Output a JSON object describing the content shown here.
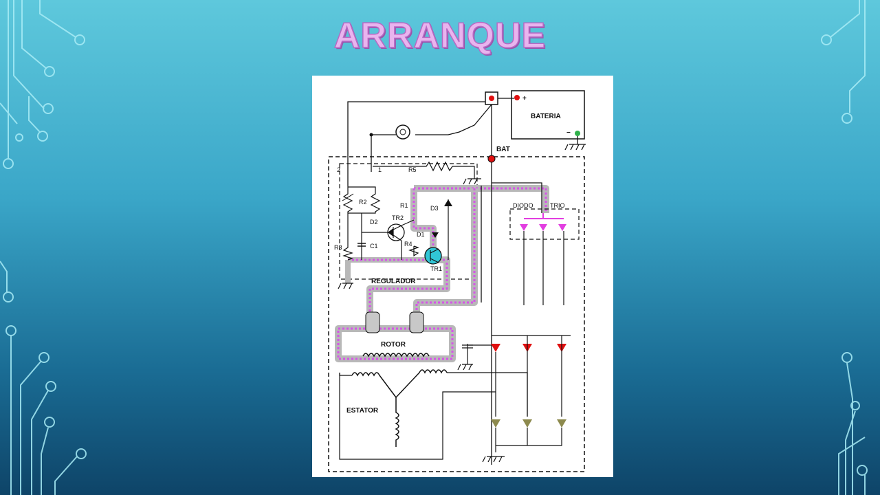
{
  "slide": {
    "title": "ARRANQUE"
  },
  "diagram": {
    "labels": {
      "bateria": "BATERIA",
      "plus": "+",
      "minus": "−",
      "bat": "BAT",
      "r5": "R5",
      "n2": "2",
      "n1": "1",
      "r2": "R2",
      "r1": "R1",
      "d3": "D3",
      "d2": "D2",
      "tr2": "TR2",
      "d1": "D1",
      "r3": "R3",
      "c1": "C1",
      "r4": "R4",
      "tr1": "TR1",
      "regulador": "REGULADOR",
      "diodo": "DIODO",
      "trio": "TRIO",
      "rotor": "ROTOR",
      "estator": "ESTATOR"
    },
    "colors": {
      "wire": "#111111",
      "highlight_path": "#d655e8",
      "trio_diodes": "#e23ee0",
      "positive_diodes": "#e01010",
      "negative_diodes": "#8d8a4e",
      "transistor_tr1": "#31c6d6",
      "battery_plus": "#e01010",
      "battery_minus": "#2fb04a"
    }
  }
}
